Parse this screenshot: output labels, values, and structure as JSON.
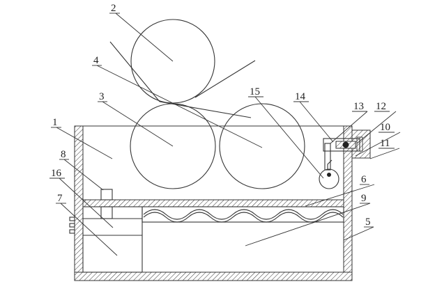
{
  "labels": {
    "l1": "1",
    "l2": "2",
    "l3": "3",
    "l4": "4",
    "l5": "5",
    "l6": "6",
    "l7": "7",
    "l8": "8",
    "l9": "9",
    "l10": "10",
    "l11": "11",
    "l12": "12",
    "l13": "13",
    "l14": "14",
    "l15": "15",
    "l16": "16"
  },
  "colors": {
    "line": "#333333",
    "background": "#ffffff"
  }
}
